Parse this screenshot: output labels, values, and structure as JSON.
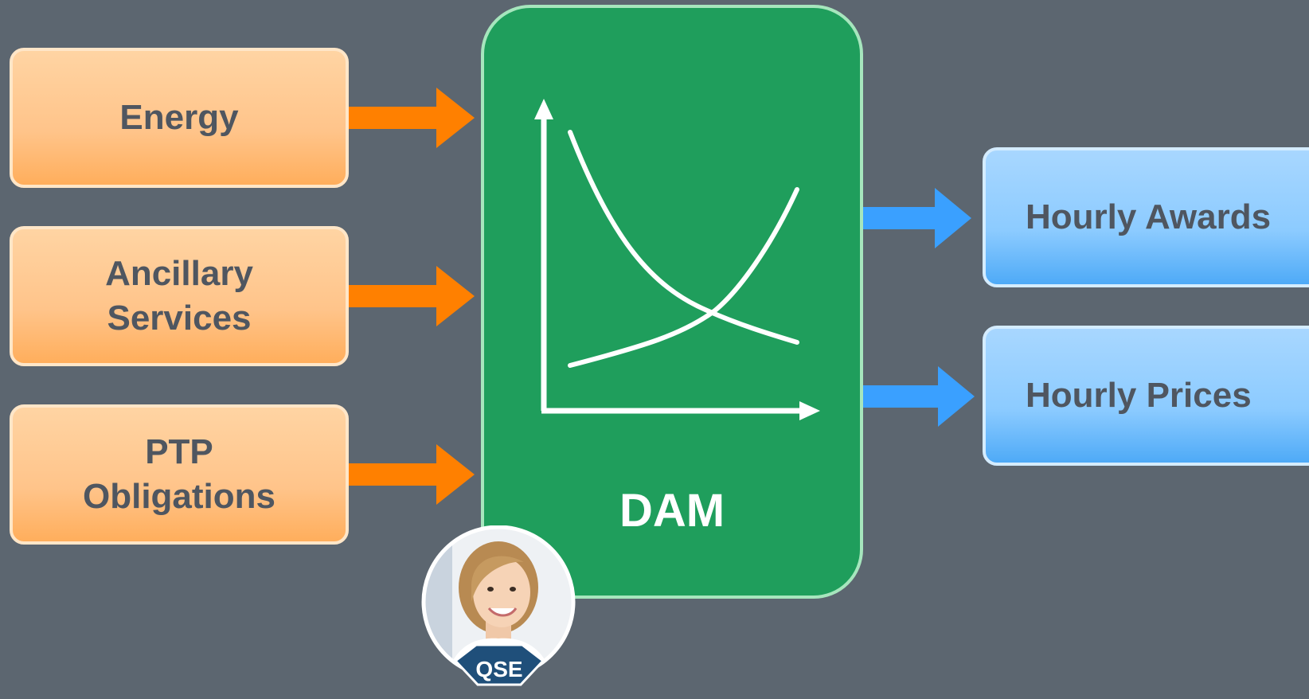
{
  "inputs": [
    {
      "label": "Energy"
    },
    {
      "label": "Ancillary\nServices"
    },
    {
      "label": "PTP\nObligations"
    }
  ],
  "market": {
    "label": "DAM"
  },
  "outputs": [
    {
      "label": "Hourly Awards"
    },
    {
      "label": "Hourly Prices"
    }
  ],
  "participant": {
    "badge": "QSE"
  },
  "colors": {
    "background": "#5c6670",
    "input_fill": "#ffc48a",
    "input_arrow": "#ff8000",
    "market_fill": "#1f9e5c",
    "output_fill": "#8ccbff",
    "output_arrow": "#3aa0ff",
    "text": "#4f5660"
  }
}
